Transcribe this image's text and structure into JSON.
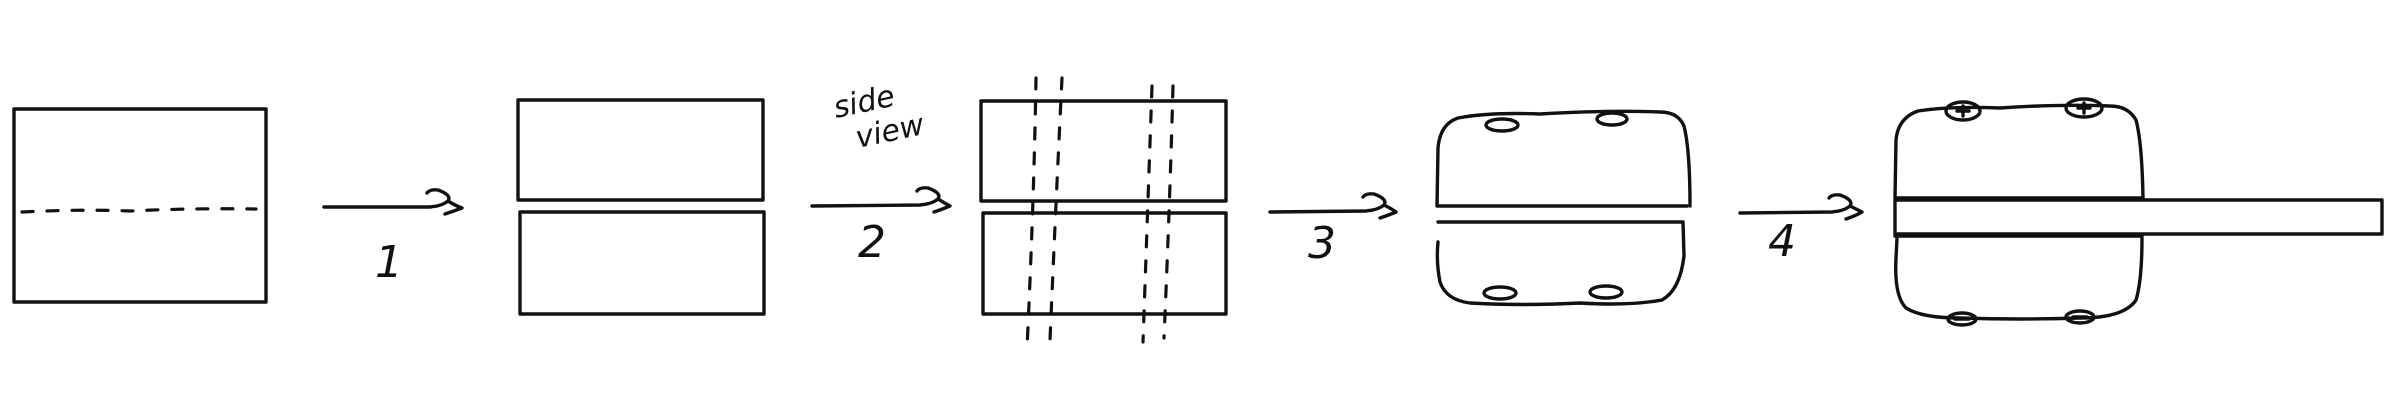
{
  "diagram": {
    "steps": [
      {
        "number": "1"
      },
      {
        "number": "2"
      },
      {
        "number": "3"
      },
      {
        "number": "4"
      }
    ],
    "annotation": {
      "line1": "side",
      "line2": "view"
    },
    "ink_color": "#111111",
    "background_color": "#ffffff"
  }
}
